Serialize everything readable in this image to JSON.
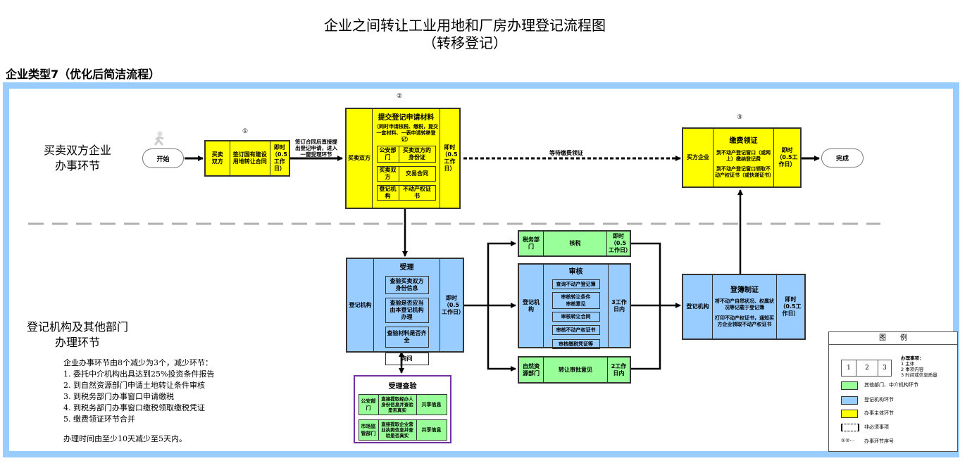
{
  "header": {
    "title": "企业之间转让工业用地和厂房办理登记流程图",
    "subtitle": "（转移登记）",
    "section": "企业类型7（优化后简洁流程）"
  },
  "lanes": {
    "top": [
      "买卖双方企业",
      "办事环节"
    ],
    "bottom": [
      "登记机构及其他部门",
      "办理环节"
    ]
  },
  "start_label": "开始",
  "end_label": "完成",
  "step1": {
    "number": "①",
    "subject": "买卖\n双方",
    "content": "签订国有建设用地转让合同",
    "time": "即时（0.5工作日）",
    "arrow_note": "签订合同后直接提出登记申请，进入一窗受理环节"
  },
  "step2": {
    "number": "②",
    "subject": "买卖双方",
    "title": "提交登记申请材料",
    "note": "（同时申请核税、缴税，提交一套材料、一表申请转移登记）",
    "rows": [
      {
        "dept": "公安部门",
        "item": "买卖双方的身份证"
      },
      {
        "dept": "买卖双方",
        "item": "交易合同"
      },
      {
        "dept": "登记机构",
        "item": "不动产权证书"
      }
    ],
    "time": "即时（0.5工作日）"
  },
  "wait_label": "等待缴费领证",
  "step3": {
    "number": "③",
    "subject": "买方企业",
    "title": "缴费领证",
    "lines": [
      "到不动产登记窗口（或网上）缴纳登记费",
      "到不动产登记窗口领取不动产权证书（或快递证书）"
    ],
    "time": "即时（0.5工作日）"
  },
  "accept": {
    "subject": "登记机构",
    "title": "受理",
    "items": [
      "查验买卖双方身份信息",
      "查验是否应当由本登记机构办理",
      "查验材料是否齐全",
      "询问"
    ],
    "time": "即时（0.5工作日）"
  },
  "verify": {
    "title": "受理查验",
    "rows": [
      {
        "dept": "公安部门",
        "item": "直接提取经办人身份信息并查验是否真实",
        "method": "共享信息"
      },
      {
        "dept": "市场监管部门",
        "item": "直接提取企业营业执照信息并查验是否真实",
        "method": "共享信息"
      }
    ]
  },
  "tax": {
    "dept": "税务部门",
    "item": "核税",
    "time": "即时（0.5工作日）"
  },
  "review": {
    "subject": "登记机构",
    "title": "审核",
    "items": [
      "查询不动产登记簿",
      "审核转让条件审核意见",
      "审核转让合同",
      "审核不动产权证书",
      "审核缴税凭证等"
    ],
    "time": "3工作日内"
  },
  "natural": {
    "dept": "自然资源部门",
    "item": "转让审批意见",
    "time": "2工作日内"
  },
  "record": {
    "subject": "登记机构",
    "title": "登簿制证",
    "lines": [
      "将不动产自然状况、权属状况等记载于登记簿",
      "打印不动产权证书，通知买方企业领取不动产权证书"
    ],
    "time": "即时（0.5工作日）"
  },
  "notes": {
    "lines": [
      "企业办事环节由8个减少为3个，减少环节：",
      "1. 委托中介机构出具达到25%投资条件报告",
      "2. 到自然资源部门申请土地转让条件审核",
      "3. 到税务部门办事窗口申请缴税",
      "4. 到税务部门办事窗口缴税领取缴税凭证",
      "5. 缴费领证环节合并"
    ],
    "summary": "办理时间由至少10天减少至5天内。"
  },
  "legend": {
    "title": "图　　例",
    "cells": [
      "1",
      "2",
      "3"
    ],
    "desc_title": "办理事项：",
    "desc": [
      "1 主体",
      "2 事项内容",
      "3 时间或信息质量"
    ],
    "items": [
      {
        "label": "其他部门、中介机构环节",
        "color": "#99ff99"
      },
      {
        "label": "登记机构环节",
        "color": "#99ccff"
      },
      {
        "label": "办事主体环节",
        "color": "#ffff00"
      }
    ],
    "optional": "非必须事项",
    "sequence_symbol": "①②···",
    "sequence": "办事环节序号"
  },
  "colors": {
    "frame": "#99ccff",
    "yellow": "#ffff00",
    "blue": "#99ccff",
    "green": "#99ff99",
    "purple": "#7030a0",
    "divider": "#b0b0b0"
  }
}
